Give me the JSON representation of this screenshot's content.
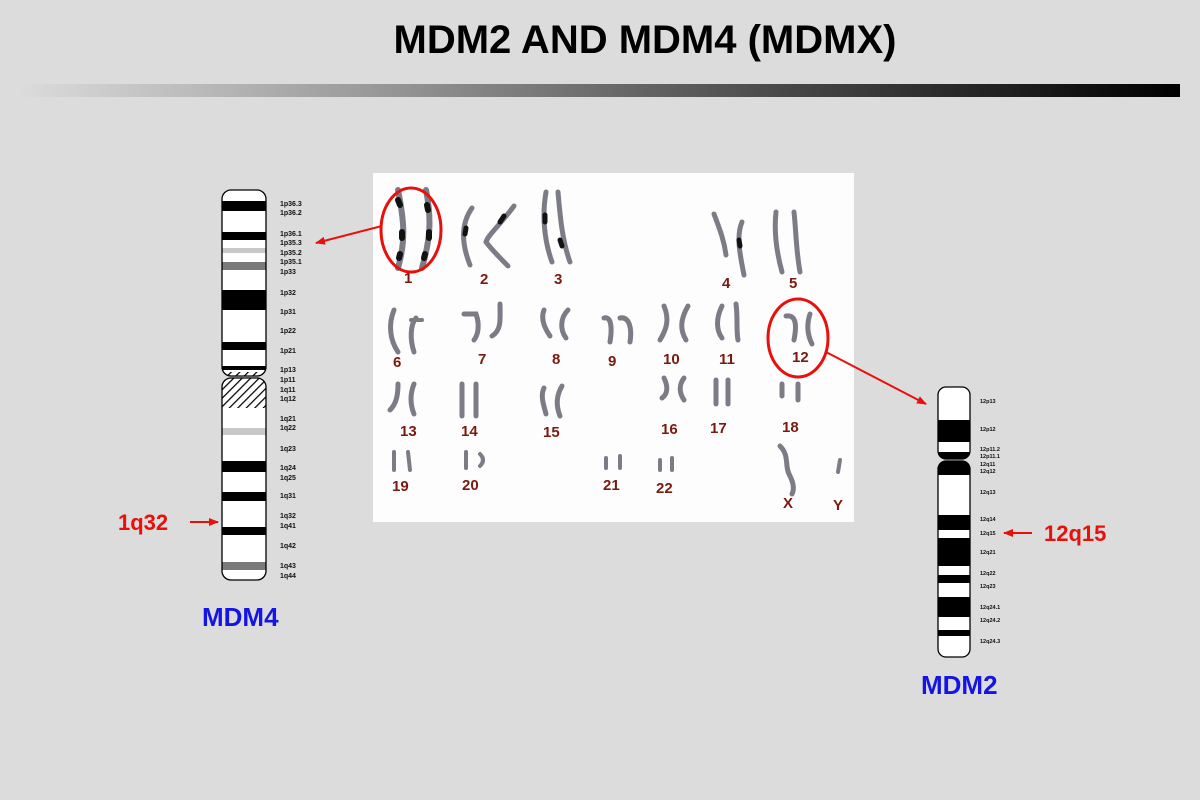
{
  "title": "MDM2 AND MDM4 (MDMX)",
  "colors": {
    "annotation_red": "#e8100a",
    "gene_blue": "#1414e6",
    "karyotype_number": "#7a1a10",
    "background": "#dcdcdc"
  },
  "left_ideogram": {
    "gene": "MDM4",
    "locus": "1q32",
    "bands": [
      "1p36.3",
      "1p36.2",
      "1p36.1",
      "1p35.3",
      "1p35.2",
      "1p35.1",
      "1p33",
      "1p32",
      "1p31",
      "1p22",
      "1p21",
      "1p13",
      "1p11",
      "1q11",
      "1q12",
      "1q21",
      "1q22",
      "1q23",
      "1q24",
      "1q25",
      "1q31",
      "1q32",
      "1q41",
      "1q42",
      "1q43",
      "1q44"
    ]
  },
  "right_ideogram": {
    "gene": "MDM2",
    "locus": "12q15",
    "bands": [
      "12p13",
      "12p12",
      "12p11.2",
      "12p11.1",
      "12q11",
      "12q12",
      "12q13",
      "12q14",
      "12q15",
      "12q21",
      "12q22",
      "12q23",
      "12q24.1",
      "12q24.2",
      "12q24.3"
    ]
  },
  "karyotype": {
    "labels": [
      "1",
      "2",
      "3",
      "4",
      "5",
      "6",
      "7",
      "8",
      "9",
      "10",
      "11",
      "12",
      "13",
      "14",
      "15",
      "16",
      "17",
      "18",
      "19",
      "20",
      "21",
      "22",
      "X",
      "Y"
    ],
    "highlighted": [
      "1",
      "12"
    ]
  }
}
